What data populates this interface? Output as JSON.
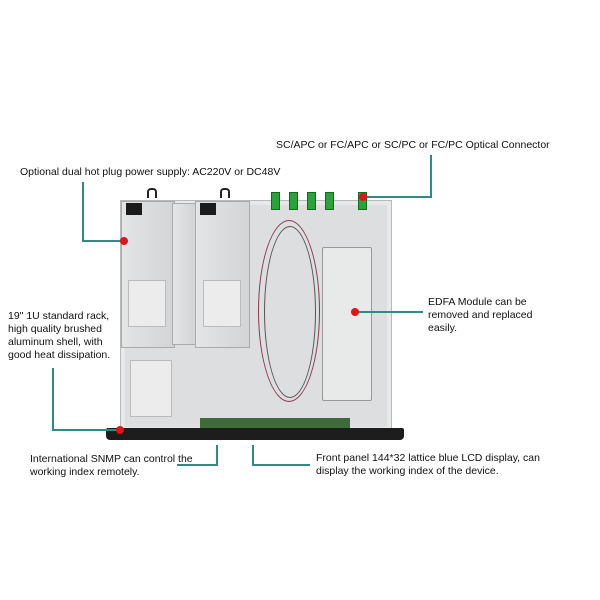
{
  "annotations": {
    "connector": "SC/APC or FC/APC or SC/PC or FC/PC Optical Connector",
    "power_supply": "Optional dual hot plug power supply: AC220V or DC48V",
    "rack": "19\" 1U standard rack, high quality brushed aluminum shell, with good heat dissipation.",
    "edfa": "EDFA Module can be removed and replaced easily.",
    "snmp": "International SNMP can control the working index remotely.",
    "front_panel": "Front panel 144*32 lattice blue LCD display, can display the working index of the device."
  },
  "colors": {
    "leader_line": "#2d8c87",
    "marker": "#e0141a"
  }
}
